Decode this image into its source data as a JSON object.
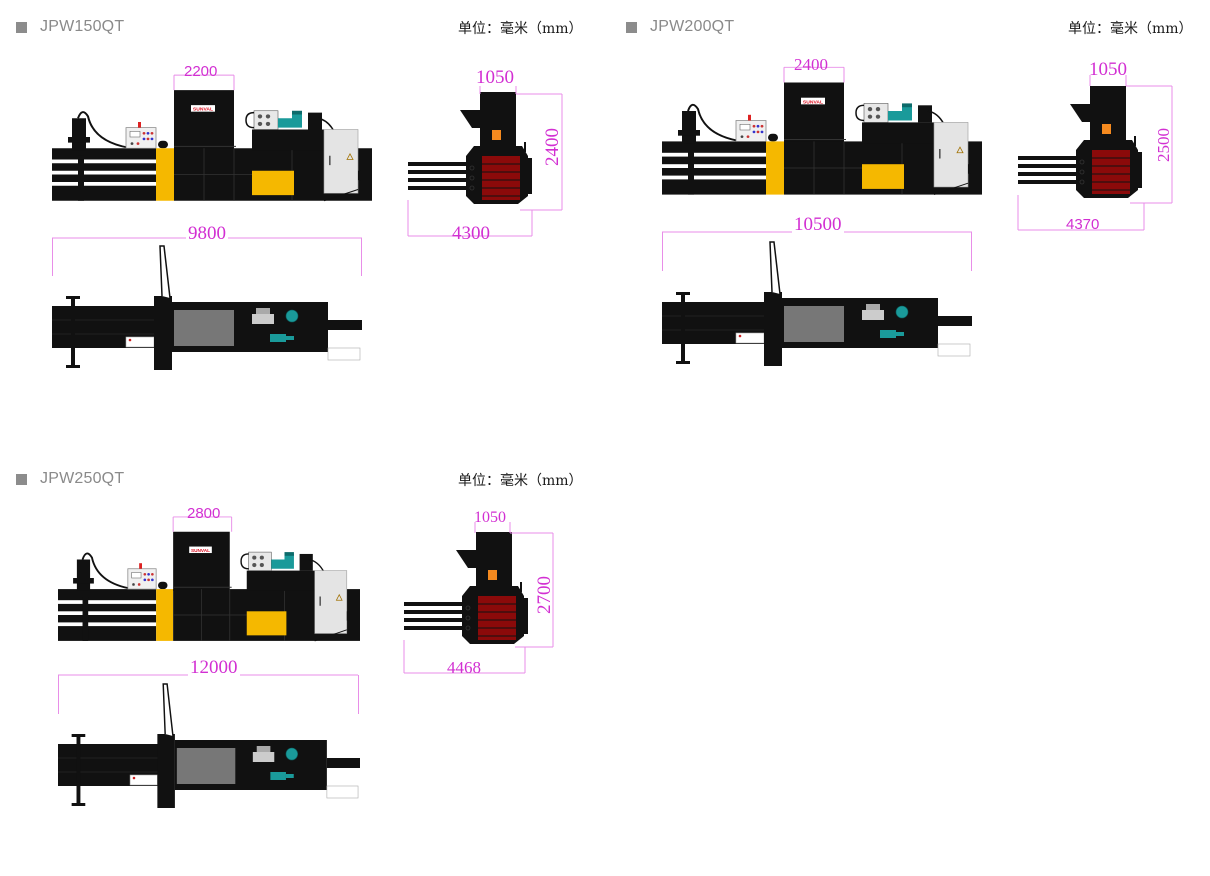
{
  "unit_label": "单位：毫米（mm）",
  "colors": {
    "dimension": "#d22fd2",
    "machine_body": "#111111",
    "yellow_panel": "#f5b800",
    "bale_red": "#8b0a0a",
    "orange_window": "#f58a1f",
    "teal_motor": "#1a9a9a",
    "cabinet_gray": "#e4e4e4",
    "title_gray": "#8a8a8a"
  },
  "models": [
    {
      "name": "JPW150QT",
      "front_view": {
        "top_width": "2200"
      },
      "side_view": {
        "width": "1050",
        "height": "2400",
        "depth": "4300"
      },
      "top_view": {
        "length": "9800"
      }
    },
    {
      "name": "JPW200QT",
      "front_view": {
        "top_width": "2400"
      },
      "side_view": {
        "width": "1050",
        "height": "2500",
        "depth": "4370"
      },
      "top_view": {
        "length": "10500"
      }
    },
    {
      "name": "JPW250QT",
      "front_view": {
        "top_width": "2800"
      },
      "side_view": {
        "width": "1050",
        "height": "2700",
        "depth": "4468"
      },
      "top_view": {
        "length": "12000"
      }
    }
  ]
}
